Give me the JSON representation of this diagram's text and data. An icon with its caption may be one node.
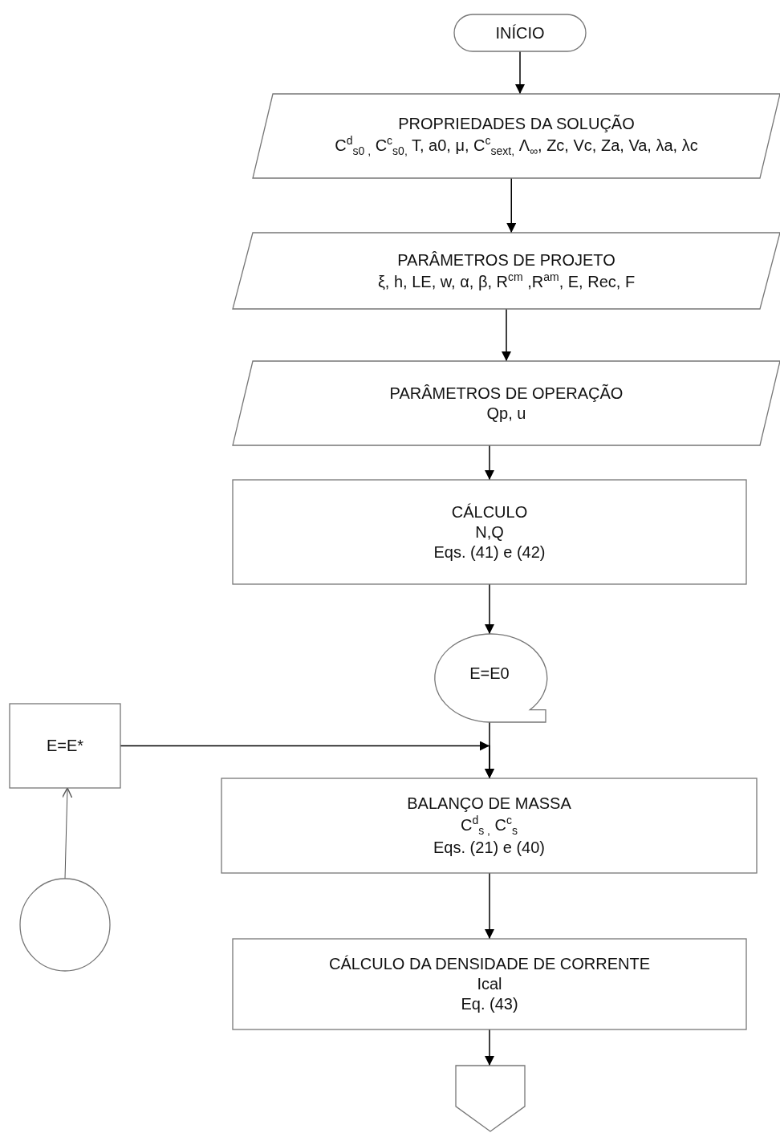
{
  "diagram": {
    "nodes": [
      {
        "text": [
          "INÍCIO"
        ]
      },
      {
        "text": [
          "PROPRIEDADES DA SOLUÇÃO",
          "C$^{d}$$_{s0 ,}$ C$^{c}$$_{s0,}$ T, a0, μ, C$^{c}$$_{sext,}$ Λ$_{∞}$, Zc, Vc, Za, Va, λa, λc"
        ]
      },
      {
        "text": [
          "PARÂMETROS DE PROJETO",
          "ξ, h, LE, w, α, β, R$^{cm}$ ,R$^{am}$, E, Rec, F"
        ]
      },
      {
        "text": [
          "PARÂMETROS DE OPERAÇÃO",
          "Qp, u"
        ]
      },
      {
        "text": [
          "CÁLCULO",
          "N,Q",
          "Eqs. (41) e (42)"
        ]
      },
      {
        "text": [
          "E=E0"
        ]
      },
      {
        "text": [
          "E=E*"
        ]
      },
      {
        "text": [
          "BALANÇO DE MASSA",
          "C$^{d}$$_{s ,}$ C$^{c}$$_{s}$",
          "Eqs. (21) e (40)"
        ]
      },
      {
        "text": [
          "CÁLCULO DA DENSIDADE DE CORRENTE",
          "Ical",
          "Eq. (43)"
        ]
      },
      {
        "text": [],
        "shape": "circle"
      },
      {
        "text": [],
        "shape": "pentagon"
      }
    ],
    "edges": [
      {
        "from": 0,
        "to": 1,
        "arrow": "to"
      },
      {
        "from": 1,
        "to": 2,
        "arrow": "to"
      },
      {
        "from": 2,
        "to": 3,
        "arrow": "to"
      },
      {
        "from": 3,
        "to": 4,
        "arrow": "to"
      },
      {
        "from": 4,
        "to": 5,
        "arrow": "to"
      },
      {
        "from": 5,
        "to": 7,
        "arrow": "to"
      },
      {
        "from": 6,
        "to": 7,
        "arrow": "to"
      },
      {
        "from": 7,
        "to": 8,
        "arrow": "to"
      },
      {
        "from": 8,
        "to": 10,
        "arrow": "to"
      },
      {
        "from": 9,
        "to": 6,
        "arrow": "to",
        "color": "#555555"
      }
    ]
  }
}
